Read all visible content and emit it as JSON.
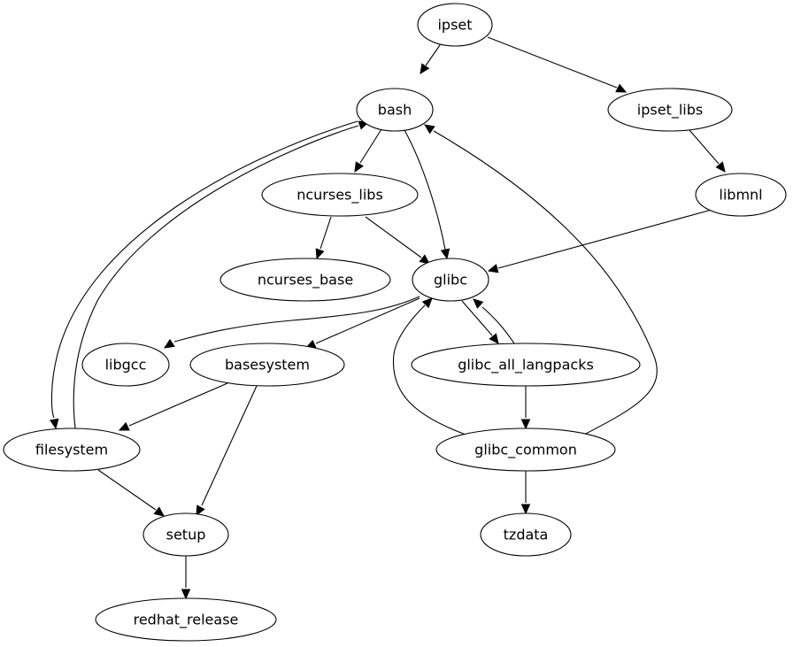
{
  "diagram": {
    "type": "directed-graph",
    "nodes": [
      {
        "id": "ipset",
        "label": "ipset"
      },
      {
        "id": "bash",
        "label": "bash"
      },
      {
        "id": "ipset_libs",
        "label": "ipset_libs"
      },
      {
        "id": "ncurses_libs",
        "label": "ncurses_libs"
      },
      {
        "id": "libmnl",
        "label": "libmnl"
      },
      {
        "id": "ncurses_base",
        "label": "ncurses_base"
      },
      {
        "id": "glibc",
        "label": "glibc"
      },
      {
        "id": "libgcc",
        "label": "libgcc"
      },
      {
        "id": "basesystem",
        "label": "basesystem"
      },
      {
        "id": "glibc_all_langpacks",
        "label": "glibc_all_langpacks"
      },
      {
        "id": "filesystem",
        "label": "filesystem"
      },
      {
        "id": "glibc_common",
        "label": "glibc_common"
      },
      {
        "id": "setup",
        "label": "setup"
      },
      {
        "id": "tzdata",
        "label": "tzdata"
      },
      {
        "id": "redhat_release",
        "label": "redhat_release"
      }
    ],
    "edges": [
      {
        "from": "ipset",
        "to": "bash"
      },
      {
        "from": "ipset",
        "to": "ipset_libs"
      },
      {
        "from": "bash",
        "to": "ncurses_libs"
      },
      {
        "from": "bash",
        "to": "glibc"
      },
      {
        "from": "bash",
        "to": "filesystem"
      },
      {
        "from": "filesystem",
        "to": "bash"
      },
      {
        "from": "ipset_libs",
        "to": "libmnl"
      },
      {
        "from": "libmnl",
        "to": "glibc"
      },
      {
        "from": "ncurses_libs",
        "to": "ncurses_base"
      },
      {
        "from": "ncurses_libs",
        "to": "glibc"
      },
      {
        "from": "glibc",
        "to": "libgcc"
      },
      {
        "from": "glibc",
        "to": "basesystem"
      },
      {
        "from": "glibc",
        "to": "glibc_all_langpacks"
      },
      {
        "from": "glibc_all_langpacks",
        "to": "glibc"
      },
      {
        "from": "glibc_all_langpacks",
        "to": "glibc_common"
      },
      {
        "from": "glibc_common",
        "to": "glibc"
      },
      {
        "from": "glibc_common",
        "to": "bash"
      },
      {
        "from": "glibc_common",
        "to": "tzdata"
      },
      {
        "from": "basesystem",
        "to": "filesystem"
      },
      {
        "from": "basesystem",
        "to": "setup"
      },
      {
        "from": "filesystem",
        "to": "setup"
      },
      {
        "from": "setup",
        "to": "redhat_release"
      }
    ]
  }
}
